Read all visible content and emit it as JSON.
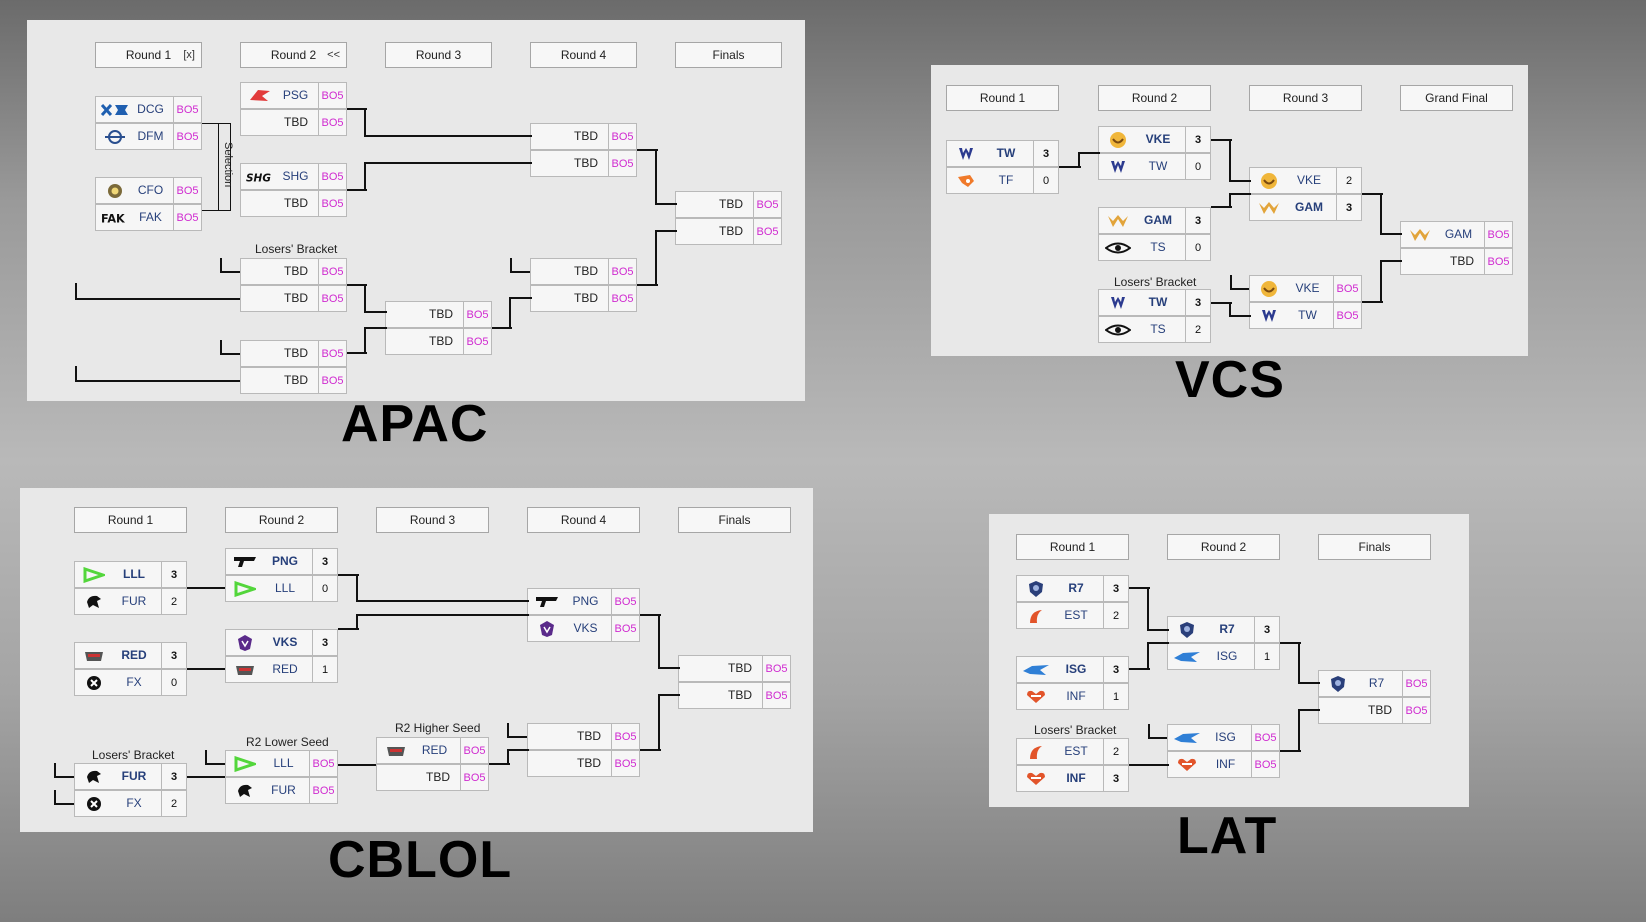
{
  "apac": {
    "region_label": "APAC",
    "headers": [
      "Round 1",
      "Round 2",
      "Round 3",
      "Round 4",
      "Finals"
    ],
    "round1_control": "[x]",
    "round2_control": "<<",
    "selection_label": "Selection",
    "losers_bracket_label": "Losers' Bracket",
    "teams": {
      "dcg": "DCG",
      "dfm": "DFM",
      "cfo": "CFO",
      "fak": "FAK",
      "psg": "PSG",
      "shg": "SHG",
      "tbd": "TBD"
    },
    "bo": "BO5"
  },
  "vcs": {
    "region_label": "VCS",
    "headers": [
      "Round 1",
      "Round 2",
      "Round 3",
      "Grand Final"
    ],
    "losers_bracket_label": "Losers' Bracket",
    "matches": {
      "r1": {
        "a": "TW",
        "sa": "3",
        "b": "TF",
        "sb": "0"
      },
      "r2a": {
        "a": "VKE",
        "sa": "3",
        "b": "TW",
        "sb": "0"
      },
      "r2b": {
        "a": "GAM",
        "sa": "3",
        "b": "TS",
        "sb": "0"
      },
      "lb": {
        "a": "TW",
        "sa": "3",
        "b": "TS",
        "sb": "2"
      },
      "r3a": {
        "a": "VKE",
        "sa": "2",
        "b": "GAM",
        "sb": "3"
      },
      "r3b": {
        "a": "VKE",
        "b": "TW"
      },
      "gf": {
        "a": "GAM",
        "b": "TBD"
      }
    },
    "bo": "BO5"
  },
  "cblol": {
    "region_label": "CBLOL",
    "headers": [
      "Round 1",
      "Round 2",
      "Round 3",
      "Round 4",
      "Finals"
    ],
    "losers_bracket_label": "Losers' Bracket",
    "r2_lower_seed_label": "R2 Lower Seed",
    "r2_higher_seed_label": "R2 Higher Seed",
    "matches": {
      "r1a": {
        "a": "LLL",
        "sa": "3",
        "b": "FUR",
        "sb": "2"
      },
      "r1b": {
        "a": "RED",
        "sa": "3",
        "b": "FX",
        "sb": "0"
      },
      "r2a": {
        "a": "PNG",
        "sa": "3",
        "b": "LLL",
        "sb": "0"
      },
      "r2b": {
        "a": "VKS",
        "sa": "3",
        "b": "RED",
        "sb": "1"
      },
      "lb1": {
        "a": "FUR",
        "sa": "3",
        "b": "FX",
        "sb": "2"
      },
      "lb2": {
        "a": "LLL",
        "b": "FUR"
      },
      "lb3": {
        "a": "RED",
        "b": "TBD"
      },
      "r4a": {
        "a": "PNG",
        "b": "VKS"
      },
      "r4b": {
        "a": "TBD",
        "b": "TBD"
      },
      "fin": {
        "a": "TBD",
        "b": "TBD"
      }
    },
    "bo": "BO5"
  },
  "lat": {
    "region_label": "LAT",
    "headers": [
      "Round 1",
      "Round 2",
      "Finals"
    ],
    "losers_bracket_label": "Losers' Bracket",
    "matches": {
      "r1a": {
        "a": "R7",
        "sa": "3",
        "b": "EST",
        "sb": "2"
      },
      "r1b": {
        "a": "ISG",
        "sa": "3",
        "b": "INF",
        "sb": "1"
      },
      "lb": {
        "a": "EST",
        "sa": "2",
        "b": "INF",
        "sb": "3"
      },
      "r2a": {
        "a": "R7",
        "sa": "3",
        "b": "ISG",
        "sb": "1"
      },
      "r2b": {
        "a": "ISG",
        "b": "INF"
      },
      "fin": {
        "a": "R7",
        "b": "TBD"
      }
    },
    "bo": "BO5"
  },
  "colors": {
    "team_text": "#263f7a",
    "bo_text": "#d02bd0",
    "panel_bg": "#e8e8e8",
    "connector": "#111111"
  }
}
